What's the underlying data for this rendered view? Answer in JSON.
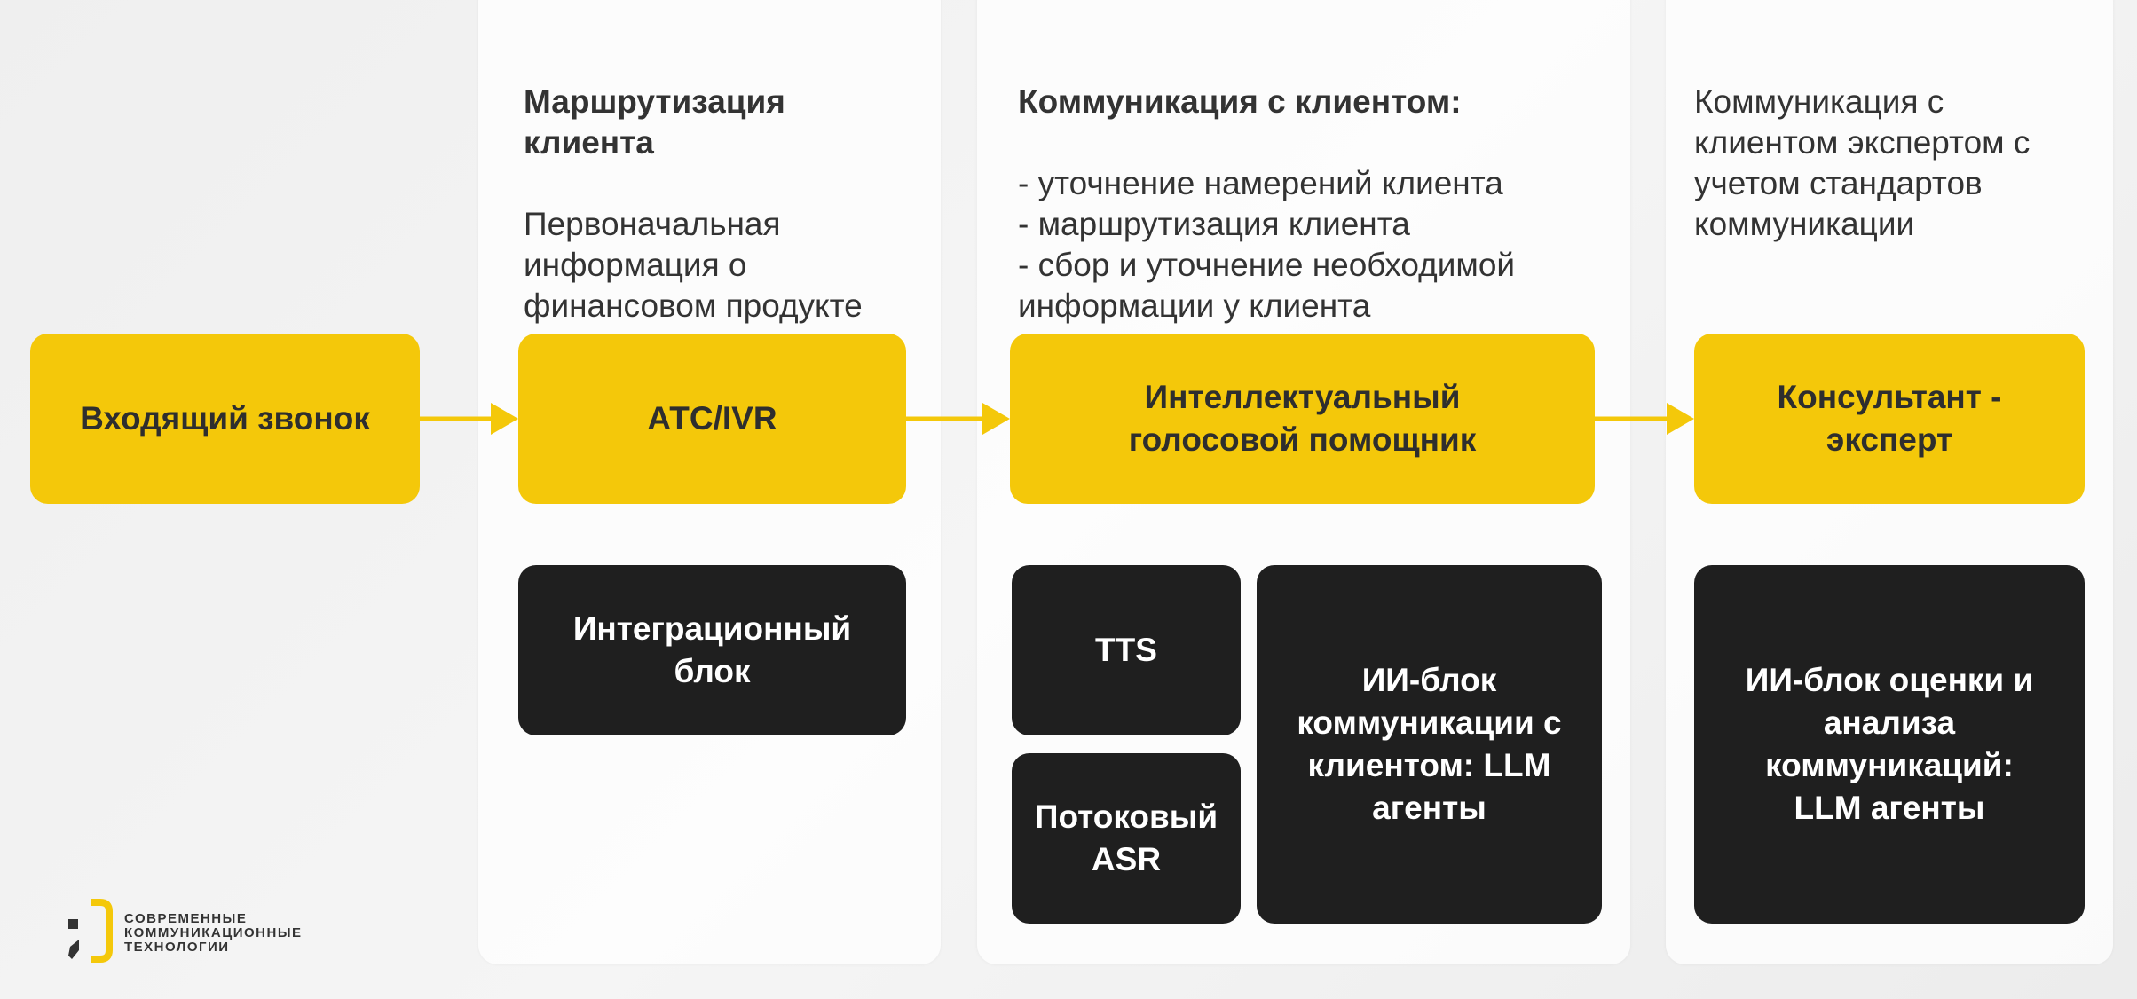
{
  "columns": [
    {
      "title": "Маршрутизация\nклиента",
      "text": "Первоначальная\nинформация о\nфинансовом продукте"
    },
    {
      "title": "Коммуникация с клиентом:",
      "text": "- уточнение намерений клиента\n- маршрутизация клиента\n- сбор и уточнение необходимой\nинформации у клиента"
    },
    {
      "title": "",
      "text": "Коммуникация с\nклиентом экспертом с\nучетом стандартов\nкоммуникации"
    }
  ],
  "flow": [
    "Входящий звонок",
    "АТС/IVR",
    "Интеллектуальный\nголосовой помощник",
    "Консультант -\nэксперт"
  ],
  "components": {
    "integration": "Интеграционный\nблок",
    "tts": "TTS",
    "asr": "Потоковый\nASR",
    "llm_comm": "ИИ-блок\nкоммуникации с\nклиентом: LLM\nагенты",
    "llm_eval": "ИИ-блок оценки и\nанализа\nкоммуникаций:\nLLM агенты"
  },
  "logo": {
    "text": "СОВРЕМЕННЫЕ\nКОММУНИКАЦИОННЫЕ\nТЕХНОЛОГИИ"
  },
  "colors": {
    "accent": "#f4c80a",
    "dark": "#1f1f1f"
  }
}
